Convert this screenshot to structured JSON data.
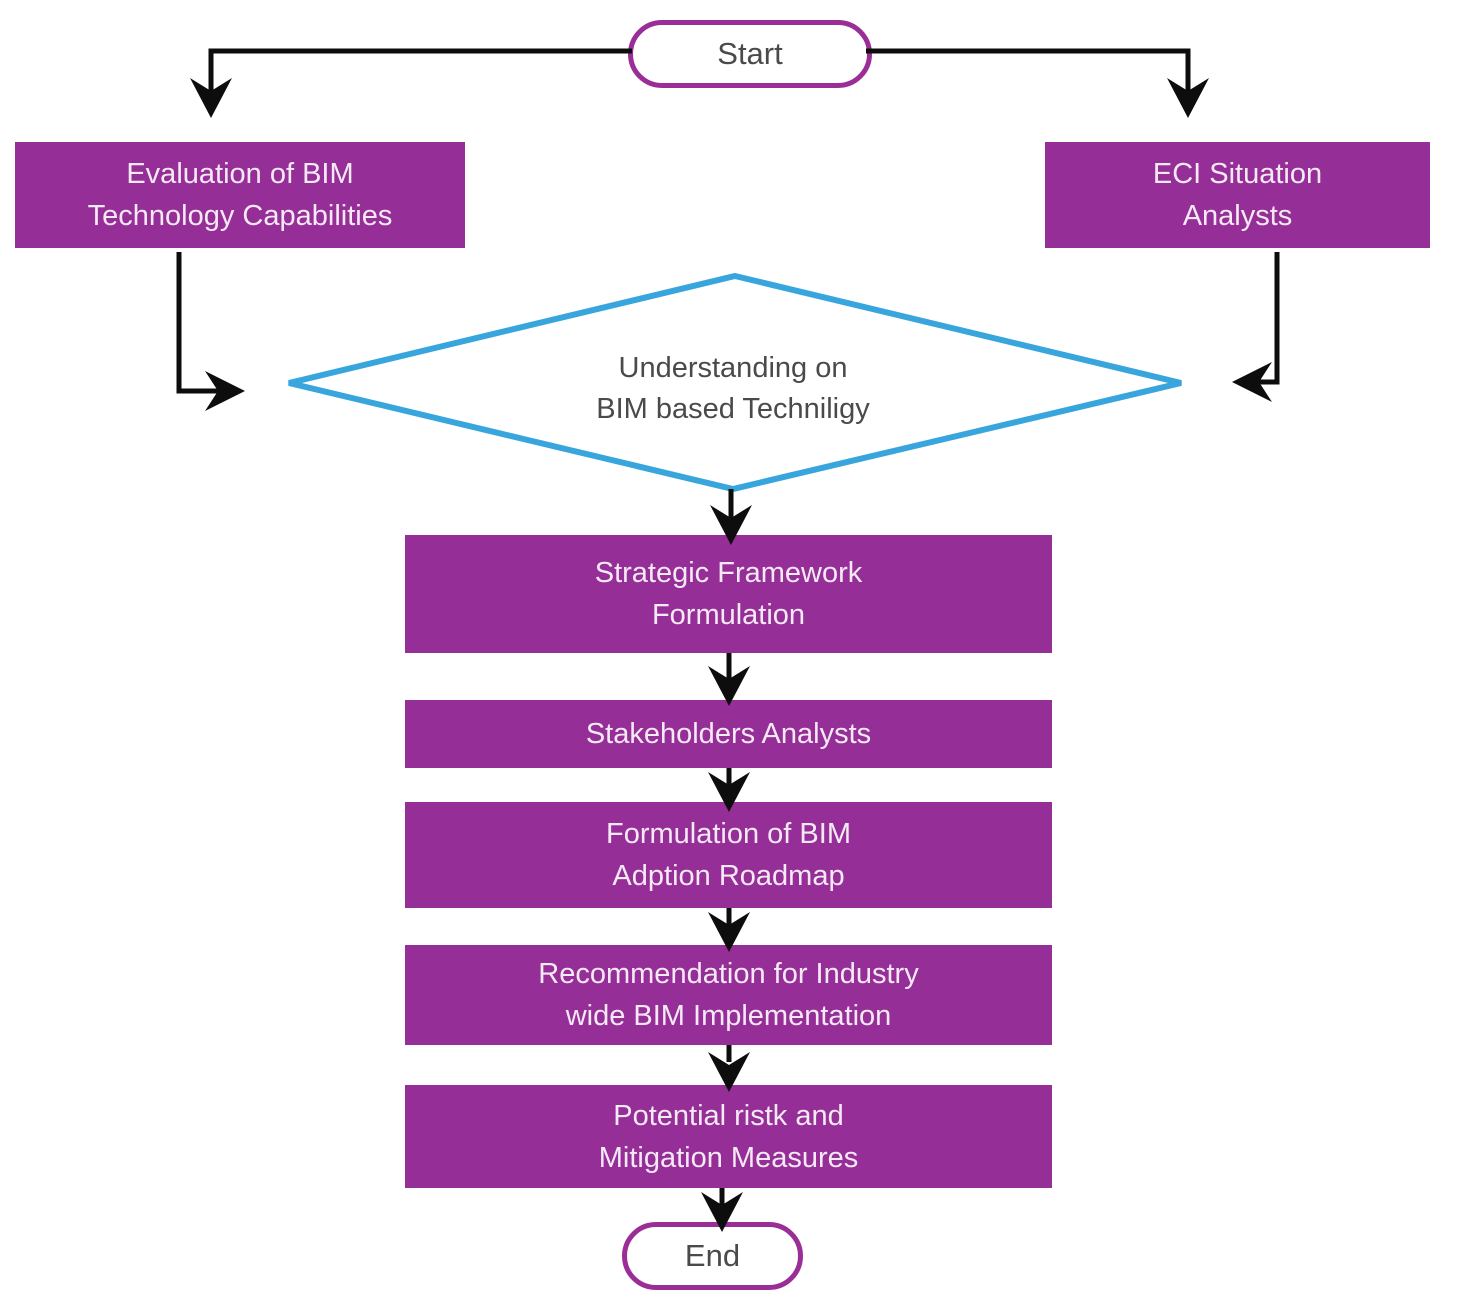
{
  "colors": {
    "process_fill": "#962E97",
    "process_text": "#F6E9F6",
    "terminator_border": "#9B2D96",
    "terminator_text": "#4A4A4A",
    "decision_border": "#38A5DC",
    "decision_text": "#4A4A4A",
    "connector": "#0D0D0D"
  },
  "nodes": {
    "start": {
      "type": "terminator",
      "label": "Start"
    },
    "evaluation": {
      "type": "process",
      "line1": "Evaluation of BIM",
      "line2": "Technology Capabilities"
    },
    "eci": {
      "type": "process",
      "line1": "ECI Situation",
      "line2": "Analysts"
    },
    "decision": {
      "type": "decision",
      "line1": "Understanding on",
      "line2": "BIM based Techniligy"
    },
    "strategic": {
      "type": "process",
      "line1": "Strategic Framework",
      "line2": "Formulation"
    },
    "stakeholders": {
      "type": "process",
      "line1": "Stakeholders Analysts"
    },
    "roadmap": {
      "type": "process",
      "line1": "Formulation of BIM",
      "line2": "Adption Roadmap"
    },
    "recommendation": {
      "type": "process",
      "line1": "Recommendation for Industry",
      "line2": "wide BIM Implementation"
    },
    "risks": {
      "type": "process",
      "line1": "Potential ristk and",
      "line2": "Mitigation Measures"
    },
    "end": {
      "type": "terminator",
      "label": "End"
    }
  },
  "edges": [
    {
      "from": "start",
      "to": "evaluation"
    },
    {
      "from": "start",
      "to": "eci"
    },
    {
      "from": "evaluation",
      "to": "decision"
    },
    {
      "from": "eci",
      "to": "decision"
    },
    {
      "from": "decision",
      "to": "strategic"
    },
    {
      "from": "strategic",
      "to": "stakeholders"
    },
    {
      "from": "stakeholders",
      "to": "roadmap"
    },
    {
      "from": "roadmap",
      "to": "recommendation"
    },
    {
      "from": "recommendation",
      "to": "risks"
    },
    {
      "from": "risks",
      "to": "end"
    }
  ]
}
